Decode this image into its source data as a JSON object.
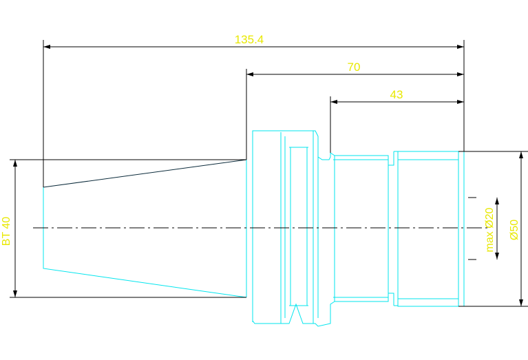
{
  "drawing": {
    "dimensions": {
      "overall_length": "135.4",
      "length_70": "70",
      "length_43": "43",
      "taper_label": "BT 40",
      "clamp_range": "max Ø20",
      "outer_diameter": "Ø50"
    },
    "colors": {
      "background": "#ffffff",
      "dimension_lines": "#000000",
      "part_outline": "#00e5ee",
      "dimension_text": "#e8e800",
      "center_line": "#000000",
      "taper_top_edge": "#0a2a3a"
    }
  }
}
